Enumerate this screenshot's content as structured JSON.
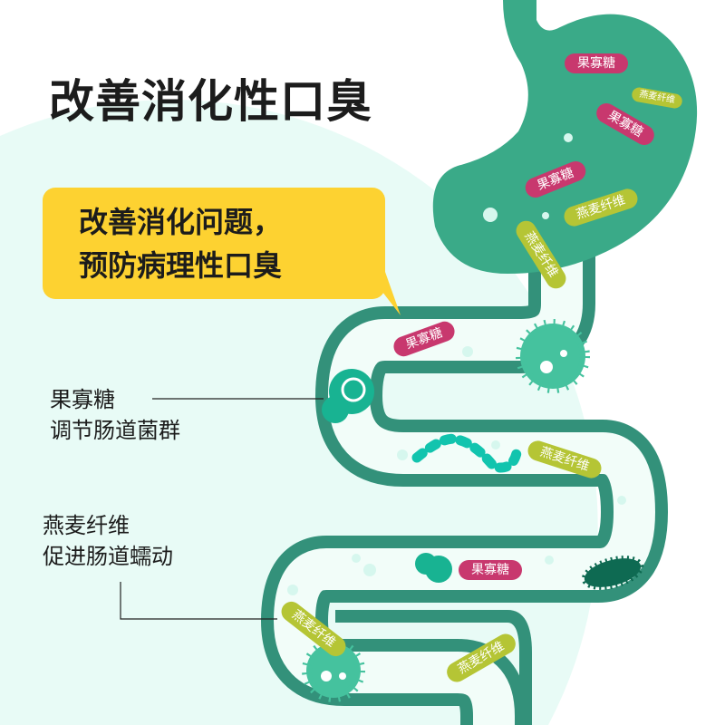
{
  "headline": "改善消化性口臭",
  "callout": {
    "line1": "改善消化问题，",
    "line2": "预防病理性口臭"
  },
  "labels": {
    "fos": {
      "name": "果寡糖",
      "desc": "调节肠道菌群"
    },
    "oat": {
      "name": "燕麦纤维",
      "desc": "促进肠道蠕动"
    }
  },
  "pills": {
    "fos": "果寡糖",
    "oat": "燕麦纤维"
  },
  "colors": {
    "stomach": "#3aaa88",
    "intestine": "#33917a",
    "pink": "#c8386e",
    "lime": "#b5c535",
    "callout": "#fdd231",
    "mint": "#e6faf5"
  }
}
